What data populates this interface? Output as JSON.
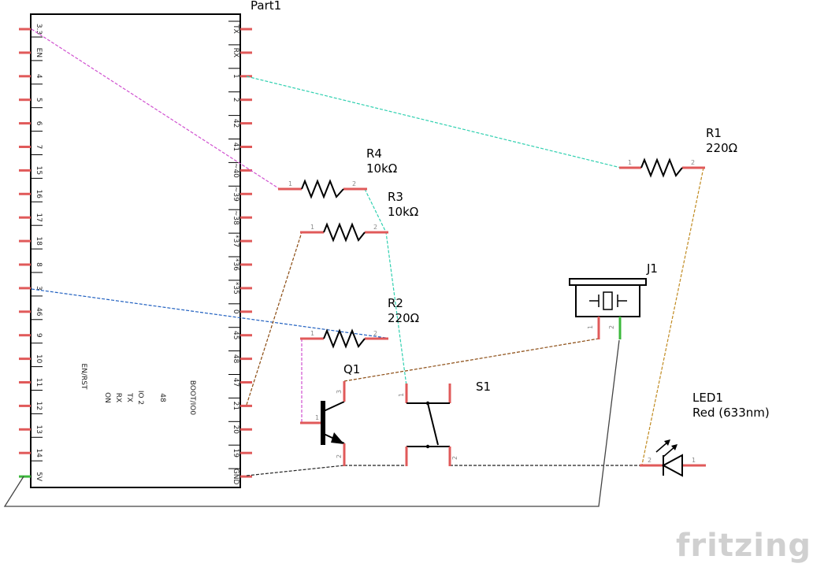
{
  "parts": {
    "part1": {
      "name": "Part1",
      "left_pins": [
        "3.3",
        "EN",
        "4",
        "5",
        "6",
        "7",
        "15",
        "16",
        "17",
        "18",
        "8",
        "3",
        "46",
        "9",
        "10",
        "11",
        "12",
        "13",
        "14",
        "5V"
      ],
      "right_pins": [
        "TX",
        "RX",
        "1",
        "2",
        "42",
        "41",
        "~40",
        "~39",
        "~38",
        "*37",
        "*36",
        "*35",
        "0",
        "45",
        "48",
        "47",
        "21",
        "20",
        "19",
        "GND"
      ],
      "inner_labels": [
        "EN/RST",
        "ON",
        "RX",
        "TX",
        "IO 2",
        "48",
        "BOOT/IO0"
      ]
    },
    "r1": {
      "name": "R1",
      "value": "220Ω"
    },
    "r2": {
      "name": "R2",
      "value": "220Ω"
    },
    "r3": {
      "name": "R3",
      "value": "10kΩ"
    },
    "r4": {
      "name": "R4",
      "value": "10kΩ"
    },
    "j1": {
      "name": "J1"
    },
    "q1": {
      "name": "Q1"
    },
    "s1": {
      "name": "S1"
    },
    "led1": {
      "name": "LED1",
      "value": "Red (633nm)"
    }
  },
  "pin_numbers": {
    "one": "1",
    "two": "2",
    "three": "3"
  },
  "brand": "fritzing",
  "colors": {
    "pin": "#e05a5a",
    "connected_pin": "#3cb83c",
    "wire_magenta": "#d050d0",
    "wire_cyan": "#30d0b0",
    "wire_blue": "#2060c0",
    "wire_brown": "#8a4a10",
    "wire_orange": "#c08a20",
    "wire_black": "#222222"
  }
}
